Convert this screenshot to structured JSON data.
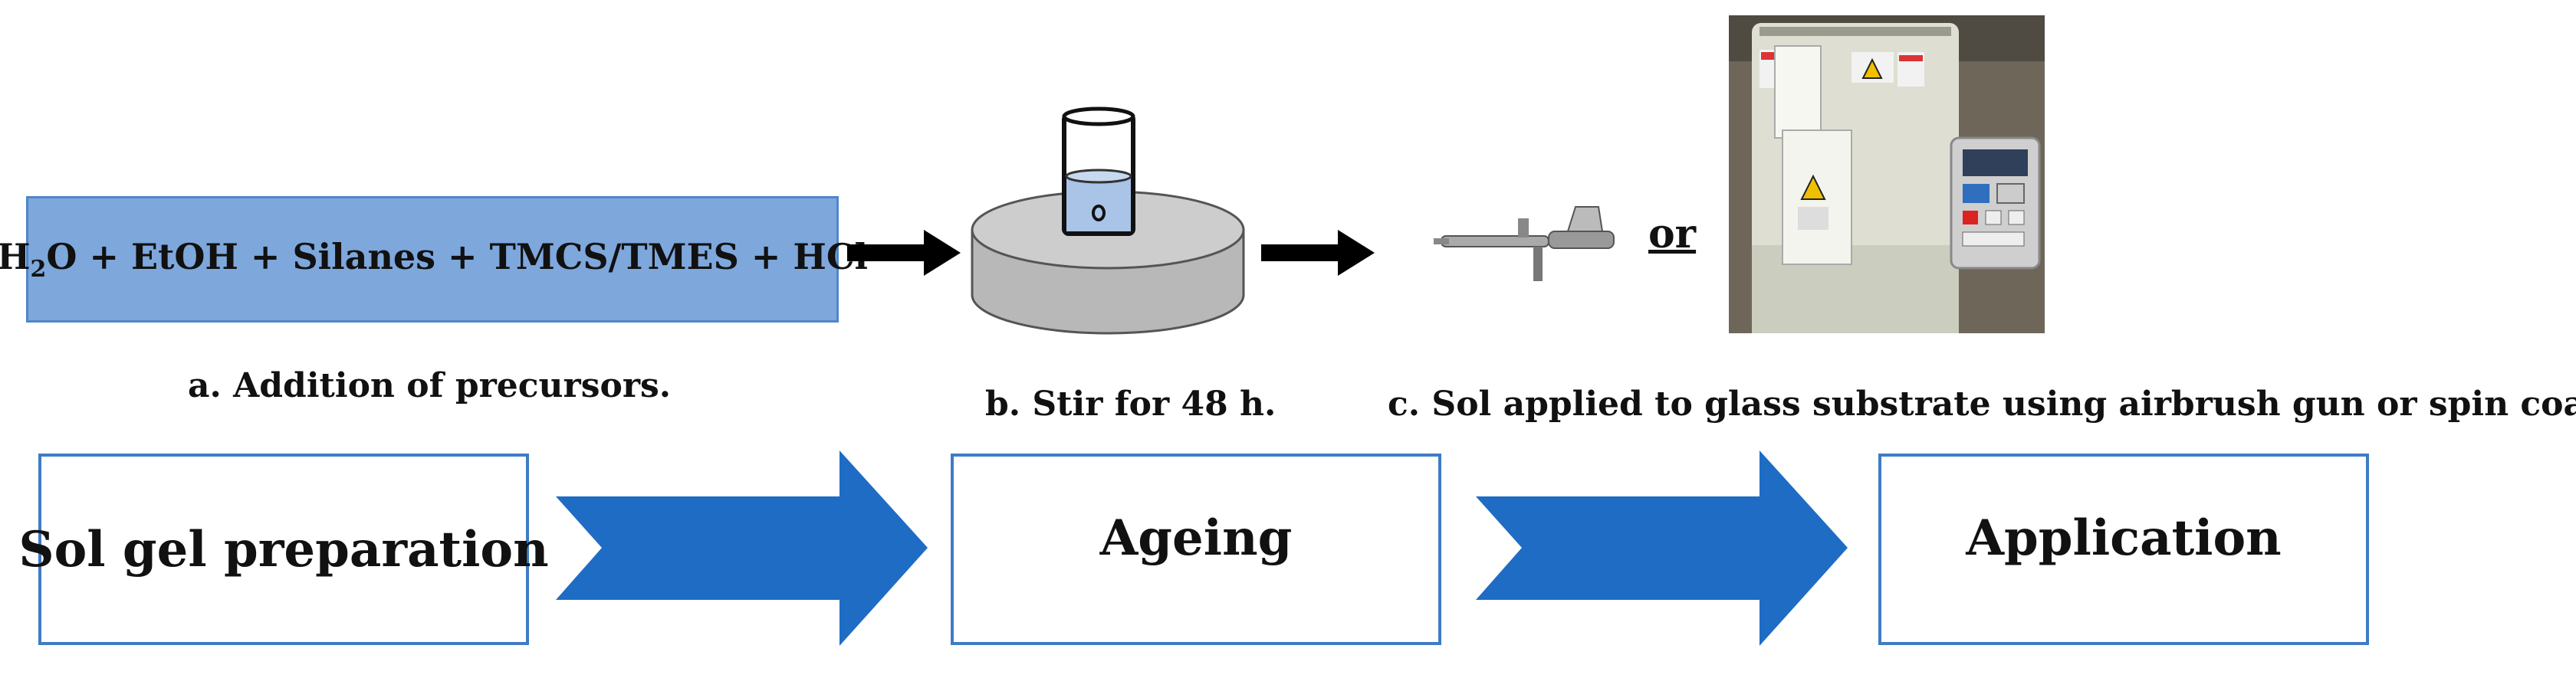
{
  "top_row": {
    "precursor_formula": {
      "h": "H",
      "sub2": "2",
      "rest": "O + EtOH + Silanes + TMCS/TMES + HCl"
    },
    "caption_a": "a. Addition of precursors.",
    "caption_b": "b. Stir for 48 h.",
    "caption_c": "c. Sol applied to glass substrate using airbrush gun or spin coater.",
    "or_label": "or"
  },
  "stages": [
    {
      "label": "Sol gel preparation"
    },
    {
      "label": "Ageing"
    },
    {
      "label": "Application"
    }
  ],
  "colors": {
    "precursor_fill": "#7ea7dc",
    "stage_border": "#3f7cc4",
    "chevron": "#1f6cc5",
    "stirrer": "#c4c4c4"
  },
  "icons": [
    "airbrush-gun-icon",
    "spin-coater-photo",
    "magnetic-stirrer-icon",
    "beaker-icon"
  ]
}
